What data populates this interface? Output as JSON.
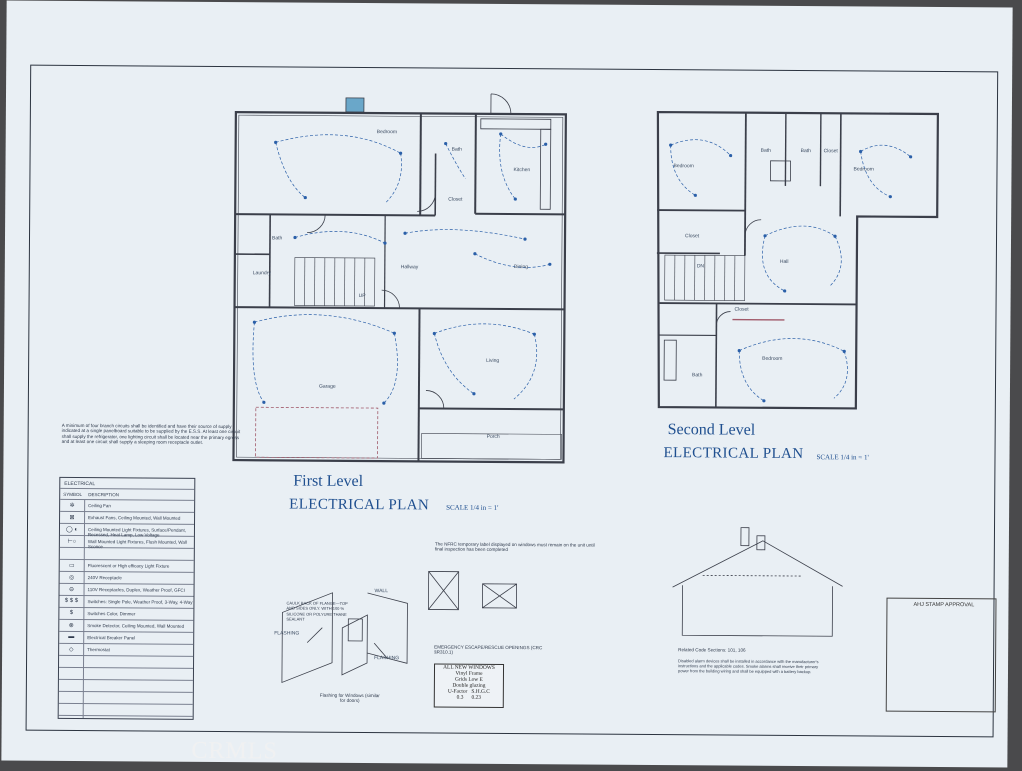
{
  "title_first": "First Level",
  "title_second": "Second Level",
  "plan_label": "ELECTRICAL PLAN",
  "scale_label": "SCALE 1/4 in = 1'",
  "rooms_first": {
    "bedroom": "Bedroom",
    "bath": "Bath",
    "kitchen": "Kitchen",
    "closet": "Closet",
    "bath2": "Bath",
    "laundry": "Laundry",
    "hallway": "Hallway",
    "dining": "Dining",
    "living": "Living",
    "garage": "Garage",
    "porch": "Porch",
    "up": "UP"
  },
  "rooms_second": {
    "bedroom_left": "Bedroom",
    "bath_a": "Bath",
    "bath_b": "Bath",
    "closet_top": "Closet",
    "bedroom_right": "Bedroom",
    "closet_left": "Closet",
    "hall": "Hall",
    "dn": "DN",
    "closet_mid": "Closet",
    "bedroom_bottom": "Bedroom",
    "bath_bottom": "Bath"
  },
  "branch_note": "A minimum of four branch circuits shall be identified and have their source of supply indicated at a single panelboard suitable to be supplied by the E.S.S. At least one circuit shall supply the refrigerator, one lighting circuit shall be located near the primary egress and at least one circuit shall supply a sleeping room receptacle outlet.",
  "legend": {
    "title": "ELECTRICAL",
    "col_symbol": "SYMBOL",
    "col_desc": "DESCRIPTION",
    "rows": [
      {
        "sym": "✲",
        "desc": "Ceiling Fan"
      },
      {
        "sym": "⊠",
        "desc": "Exhaust Fans, Ceiling Mounted, Wall Mounted"
      },
      {
        "sym": "◯ ◐",
        "desc": "Ceiling Mounted Light Fixtures, Surface/Pendant, Recessed, Heat Lamp, Low Voltage"
      },
      {
        "sym": "⊢○",
        "desc": "Wall Mounted Light Fixtures, Flush Mounted, Wall Sconce"
      },
      {
        "sym": "",
        "desc": ""
      },
      {
        "sym": "▭",
        "desc": "Fluorescent or High efficacy Light Fixture"
      },
      {
        "sym": "◎",
        "desc": "240V Receptacle"
      },
      {
        "sym": "⊖",
        "desc": "110V Receptacles, Duplex, Weather Proof, GFCI"
      },
      {
        "sym": "$ $ $",
        "desc": "Switches: Single Pole, Weather Proof, 3-Way, 4-Way"
      },
      {
        "sym": "$",
        "desc": "Switches Color, Dimmer"
      },
      {
        "sym": "⊗",
        "desc": "Smoke Detector, Ceiling Mounted, Wall Mounted"
      },
      {
        "sym": "▬",
        "desc": "Electrical Breaker Panel"
      },
      {
        "sym": "◇",
        "desc": "Thermostat"
      },
      {
        "sym": "",
        "desc": ""
      },
      {
        "sym": "",
        "desc": ""
      },
      {
        "sym": "",
        "desc": ""
      },
      {
        "sym": "",
        "desc": ""
      },
      {
        "sym": "",
        "desc": ""
      }
    ]
  },
  "nfrc_note": "The NFRC temporary label displayed on windows must remain on the unit until final inspection has been completed",
  "egress_label": "EMERGENCY ESCAPE/RESCUE OPENINGS (CRC §R310.1)",
  "flashing_caption": "Flashing for Windows (similar for doors)",
  "flashing_label": "FLASHING",
  "wall_label": "WALL",
  "caulk_note": "CAULK BACK OF FLANGE—TOP AND SIDES ONLY. WITH 100 % SILICONE OR POLYURE THANE SEALANT",
  "windows_box": {
    "line1": "ALL NEW WINDOWS",
    "line2": "Vinyl Frame",
    "line3": "Grids Low  E",
    "line4": "Double glazing",
    "col1": "U-Factor",
    "col2": "S.H.G.C",
    "val1": "0.3",
    "val2": "0.23"
  },
  "roof_caption": "Related Code Sections: 101, 106",
  "roof_note": "Disabled alarm devices shall be installed in accordance with the manufacturer's instructions and the applicable codes. Smoke alarms shall receive their primary power from the building wiring and shall be equipped with a battery backup.",
  "ahj_label": "AHJ STAMP APPROVAL",
  "watermark": "CRMLS"
}
